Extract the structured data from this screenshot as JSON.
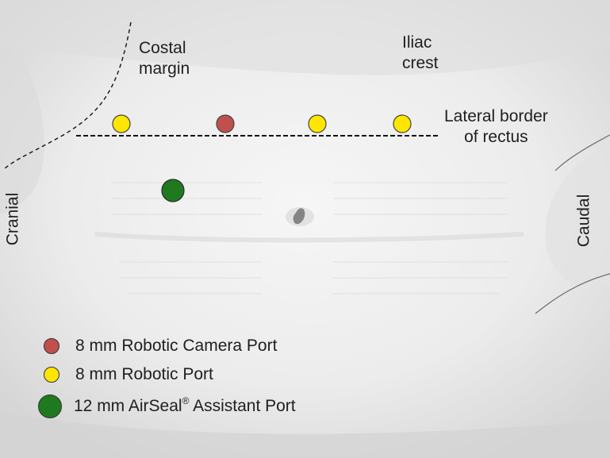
{
  "labels": {
    "costal_margin": "Costal\nmargin",
    "iliac_crest": "Iliac\ncrest",
    "lateral_border": "Lateral border\nof rectus",
    "cranial": "Cranial",
    "caudal": "Caudal"
  },
  "ports": [
    {
      "type": "robotic",
      "color": "#ffe600"
    },
    {
      "type": "camera",
      "color": "#c0504d"
    },
    {
      "type": "robotic",
      "color": "#ffe600"
    },
    {
      "type": "robotic",
      "color": "#ffe600"
    },
    {
      "type": "assistant",
      "color": "#1f7a1f"
    }
  ],
  "legend": [
    {
      "color": "#c0504d",
      "text": "8 mm Robotic Camera Port",
      "sup": ""
    },
    {
      "color": "#ffe600",
      "text": "8 mm Robotic Port",
      "sup": ""
    },
    {
      "color": "#1f7a1f",
      "text": "12 mm AirSeal",
      "sup": "®",
      "suffix": " Assistant Port"
    }
  ],
  "colors": {
    "background": "#ffffff",
    "skin": "#e9e9e9",
    "dashed_line": "#111111"
  }
}
